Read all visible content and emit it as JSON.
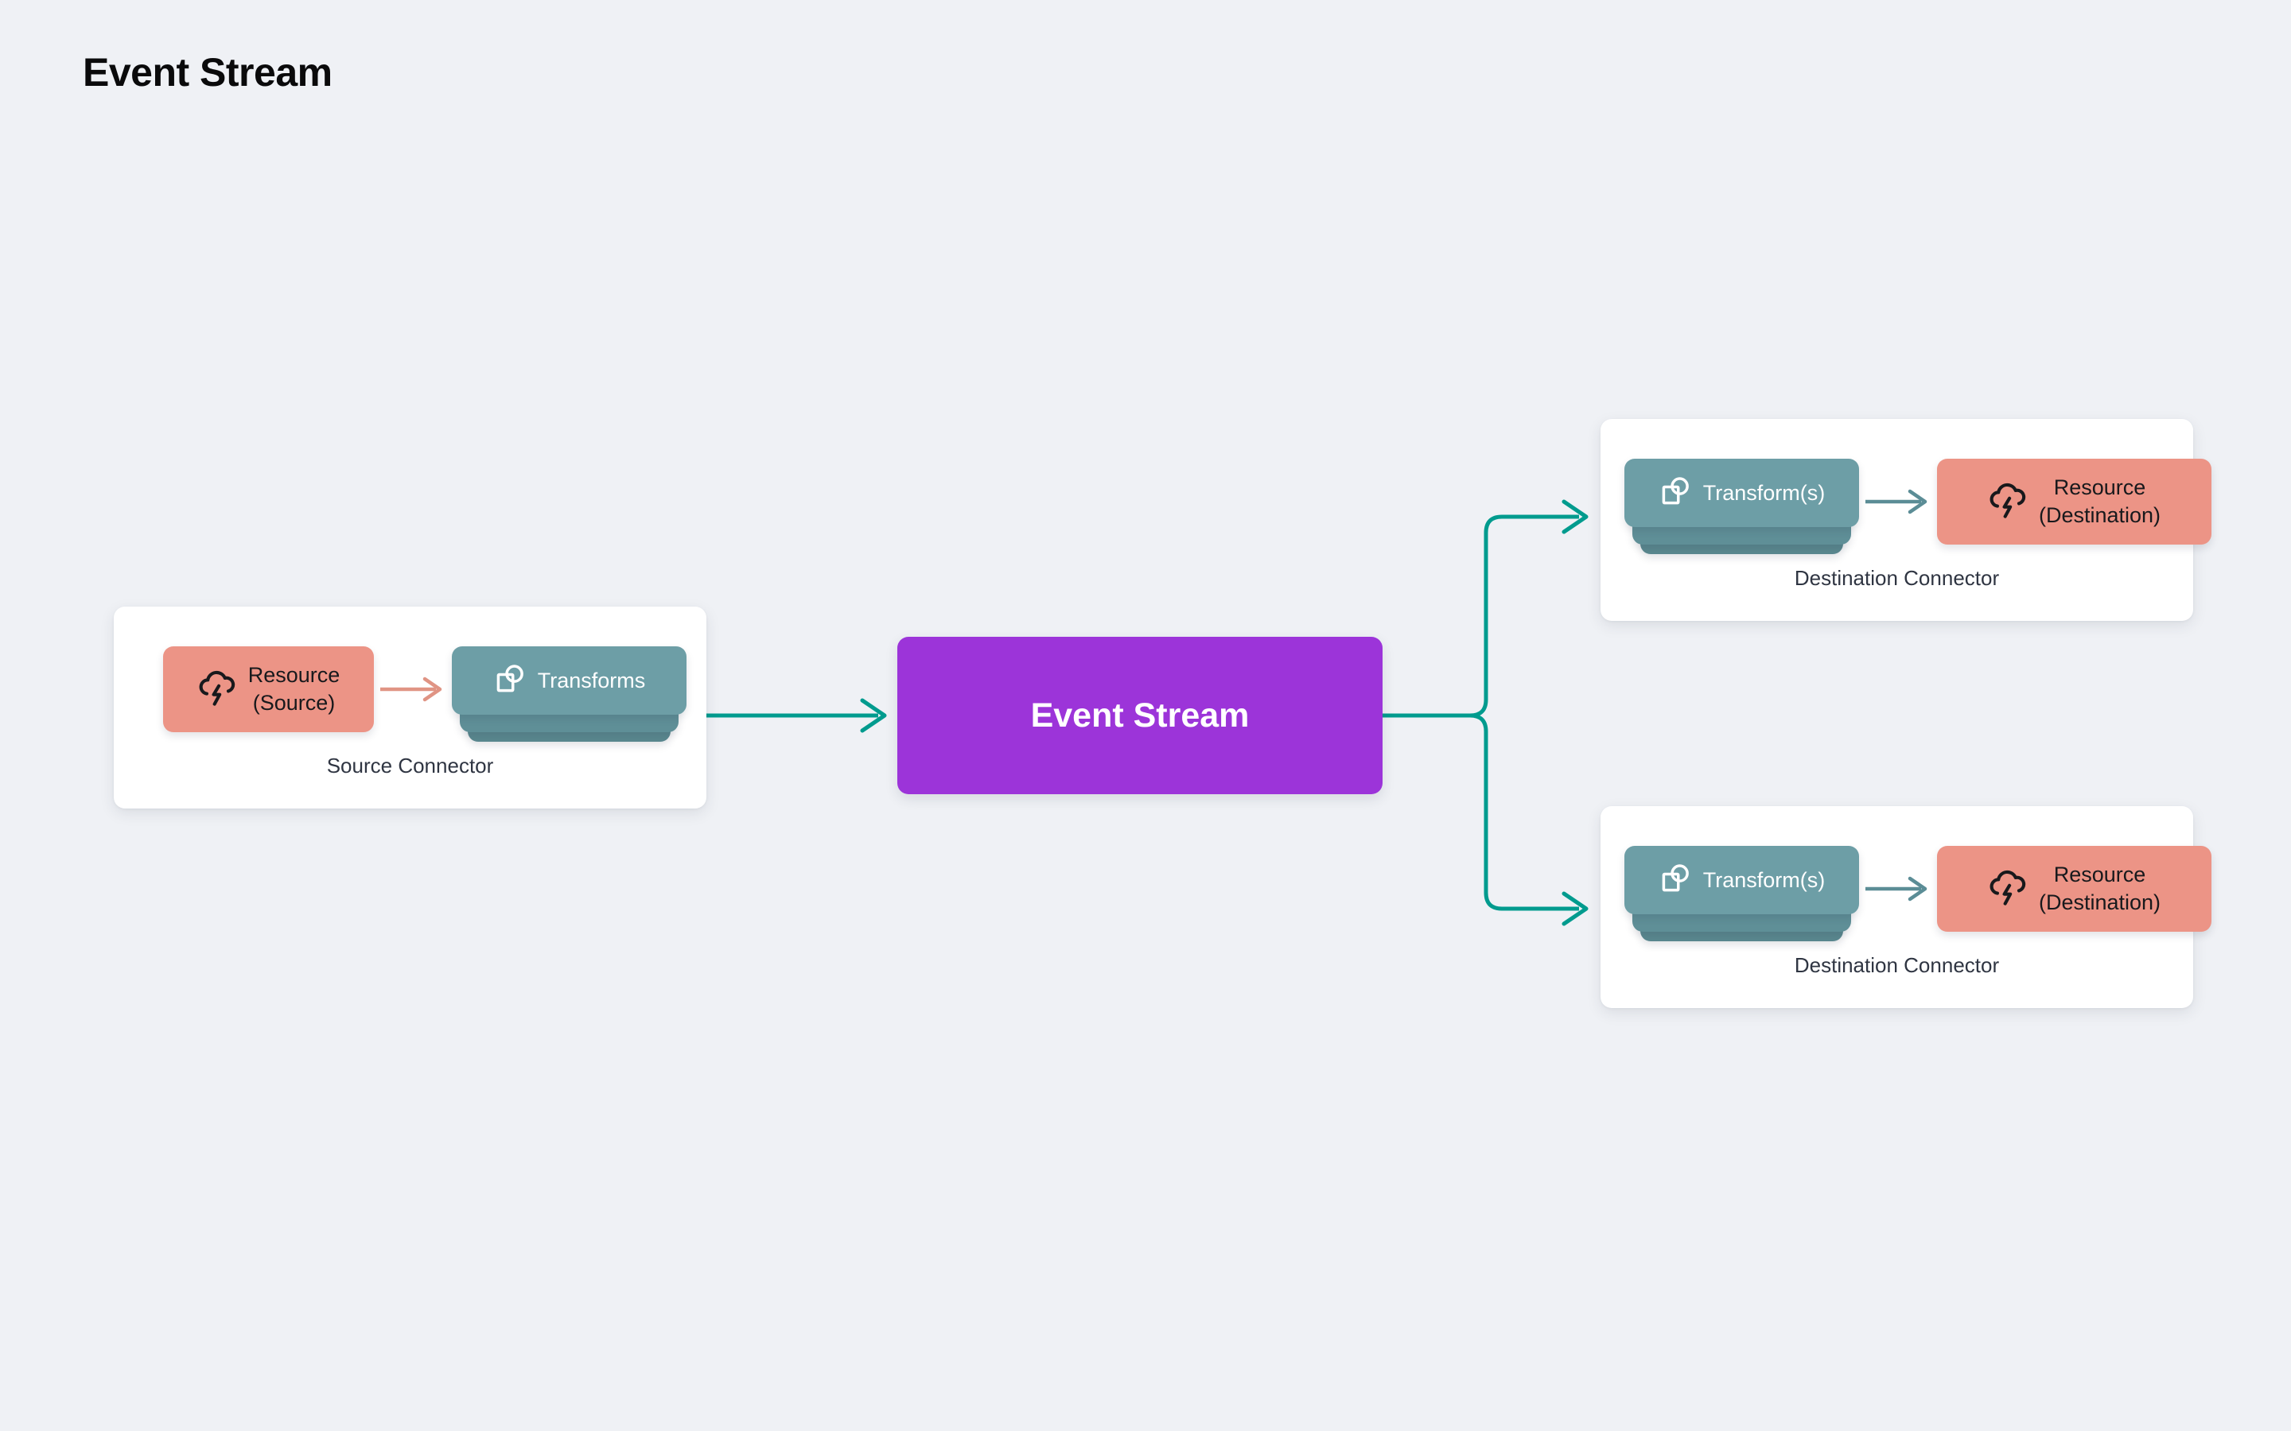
{
  "page": {
    "title": "Event Stream",
    "background_color": "#eff1f5"
  },
  "colors": {
    "resource": "#ec9486",
    "transform": "#6d9ea6",
    "transform_stack": "#5f8f97",
    "event_stream": "#9c34d9",
    "edge": "#009b8e",
    "card": "#ffffff",
    "text_dark": "#2f3542"
  },
  "diagram": {
    "type": "flow",
    "source_connector": {
      "caption": "Source Connector",
      "nodes": [
        {
          "id": "source-resource",
          "label": "Resource\n(Source)",
          "icon": "cloud-lightning-icon",
          "style": "resource"
        },
        {
          "id": "source-transforms",
          "label": "Transforms",
          "icon": "transform-icon",
          "style": "transform",
          "stacked": true
        }
      ],
      "internal_edge": {
        "from": "source-resource",
        "to": "source-transforms",
        "color": "#e09484"
      }
    },
    "event_stream": {
      "label": "Event Stream"
    },
    "destination_connectors": [
      {
        "caption": "Destination Connector",
        "nodes": [
          {
            "id": "dest1-transforms",
            "label": "Transform(s)",
            "icon": "transform-icon",
            "style": "transform",
            "stacked": true
          },
          {
            "id": "dest1-resource",
            "label": "Resource\n(Destination)",
            "icon": "cloud-lightning-icon",
            "style": "resource"
          }
        ],
        "internal_edge": {
          "from": "dest1-transforms",
          "to": "dest1-resource",
          "color": "#5b8d96"
        }
      },
      {
        "caption": "Destination Connector",
        "nodes": [
          {
            "id": "dest2-transforms",
            "label": "Transform(s)",
            "icon": "transform-icon",
            "style": "transform",
            "stacked": true
          },
          {
            "id": "dest2-resource",
            "label": "Resource\n(Destination)",
            "icon": "cloud-lightning-icon",
            "style": "resource"
          }
        ],
        "internal_edge": {
          "from": "dest2-transforms",
          "to": "dest2-resource",
          "color": "#5b8d96"
        }
      }
    ],
    "edges": [
      {
        "from": "source-connector",
        "to": "event-stream",
        "color": "#009b8e"
      },
      {
        "from": "event-stream",
        "to": "destination-connector-1",
        "color": "#009b8e"
      },
      {
        "from": "event-stream",
        "to": "destination-connector-2",
        "color": "#009b8e"
      }
    ]
  }
}
